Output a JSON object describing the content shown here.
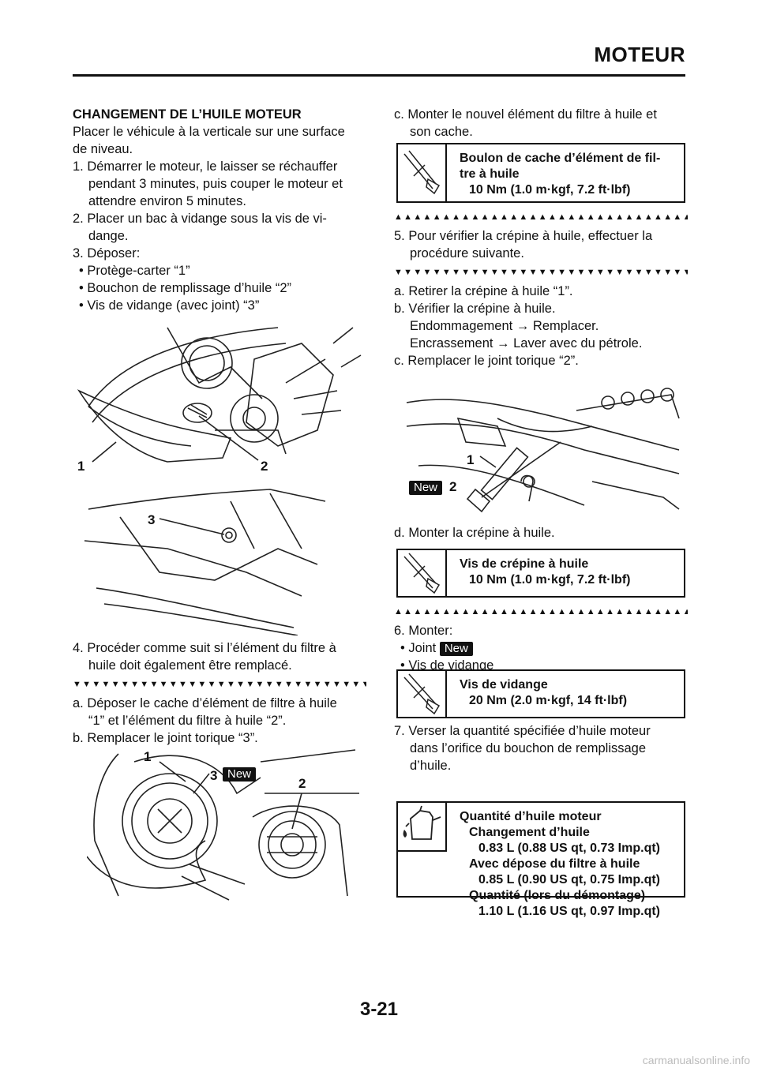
{
  "header": {
    "title": "MOTEUR"
  },
  "left": {
    "heading": "CHANGEMENT DE L’HUILE MOTEUR",
    "intro": [
      "Placer le véhicule à la verticale sur une surface",
      "de niveau."
    ],
    "step1": [
      "1. Démarrer le moteur, le laisser se réchauffer",
      "pendant 3 minutes, puis couper le moteur et",
      "attendre environ 5 minutes."
    ],
    "step2": [
      "2. Placer un bac à vidange sous la vis de vi-",
      "dange."
    ],
    "step3": "3. Déposer:",
    "step3_items": [
      "• Protège-carter “1”",
      "• Bouchon de remplissage d’huile “2”",
      "• Vis de vidange (avec joint) “3”"
    ],
    "fig1_labels": {
      "a": "1",
      "b": "2",
      "c": "3"
    },
    "step4": [
      "4. Procéder comme suit si l’élément du filtre à",
      "huile doit également être remplacé."
    ],
    "tri_down": "▼▼▼▼▼▼▼▼▼▼▼▼▼▼▼▼▼▼▼▼▼▼▼▼▼▼▼▼▼▼▼▼▼",
    "sub_a": [
      "a. Déposer le cache d’élément de filtre à huile",
      "“1” et l’élément du filtre à huile “2”."
    ],
    "sub_b": "b. Remplacer le joint torique “3”.",
    "fig2_labels": {
      "a": "1",
      "b": "3",
      "c": "2",
      "new": "New"
    }
  },
  "right": {
    "sub_c": [
      "c. Monter le nouvel élément du filtre à huile et",
      "son cache."
    ],
    "spec1": {
      "line1": "Boulon de cache d’élément de fil-",
      "line2": "tre à huile",
      "value": "10 Nm (1.0 m·kgf, 7.2 ft·lbf)"
    },
    "tri_up": "▲▲▲▲▲▲▲▲▲▲▲▲▲▲▲▲▲▲▲▲▲▲▲▲▲▲▲▲▲▲▲▲▲",
    "step5": [
      "5. Pour vérifier la crépine à huile, effectuer la",
      "procédure suivante."
    ],
    "tri_down": "▼▼▼▼▼▼▼▼▼▼▼▼▼▼▼▼▼▼▼▼▼▼▼▼▼▼▼▼▼▼▼▼▼",
    "sub_a": "a. Retirer la crépine à huile “1”.",
    "sub_b": "b. Vérifier la crépine à huile.",
    "sub_b2": "Endommagement → Remplacer.",
    "sub_b3": "Encrassement → Laver avec du pétrole.",
    "sub_c2": "c. Remplacer le joint torique “2”.",
    "fig3_labels": {
      "a": "1",
      "b": "2",
      "new": "New"
    },
    "sub_d": "d. Monter la crépine à huile.",
    "spec2": {
      "line1": "Vis de crépine à huile",
      "value": "10 Nm (1.0 m·kgf, 7.2 ft·lbf)"
    },
    "tri_up2": "▲▲▲▲▲▲▲▲▲▲▲▲▲▲▲▲▲▲▲▲▲▲▲▲▲▲▲▲▲▲▲▲▲",
    "step6": "6. Monter:",
    "step6_item1": "• Joint",
    "step6_new": "New",
    "step6_item2": "• Vis de vidange",
    "spec3": {
      "line1": "Vis de vidange",
      "value": "20 Nm (2.0 m·kgf, 14 ft·lbf)"
    },
    "step7": [
      "7. Verser la quantité spécifiée d’huile moteur",
      "dans l’orifice du bouchon de remplissage",
      "d’huile."
    ],
    "spec4": {
      "title": "Quantité d’huile moteur",
      "l1": "Changement d’huile",
      "v1": "0.83 L (0.88 US qt, 0.73 Imp.qt)",
      "l2": "Avec dépose du filtre à huile",
      "v2": "0.85 L (0.90 US qt, 0.75 Imp.qt)",
      "l3": "Quantité (lors du démontage)",
      "v3": "1.10 L (1.16 US qt, 0.97 Imp.qt)"
    }
  },
  "footer": {
    "page": "3-21",
    "watermark": "carmanualsonline.info"
  }
}
